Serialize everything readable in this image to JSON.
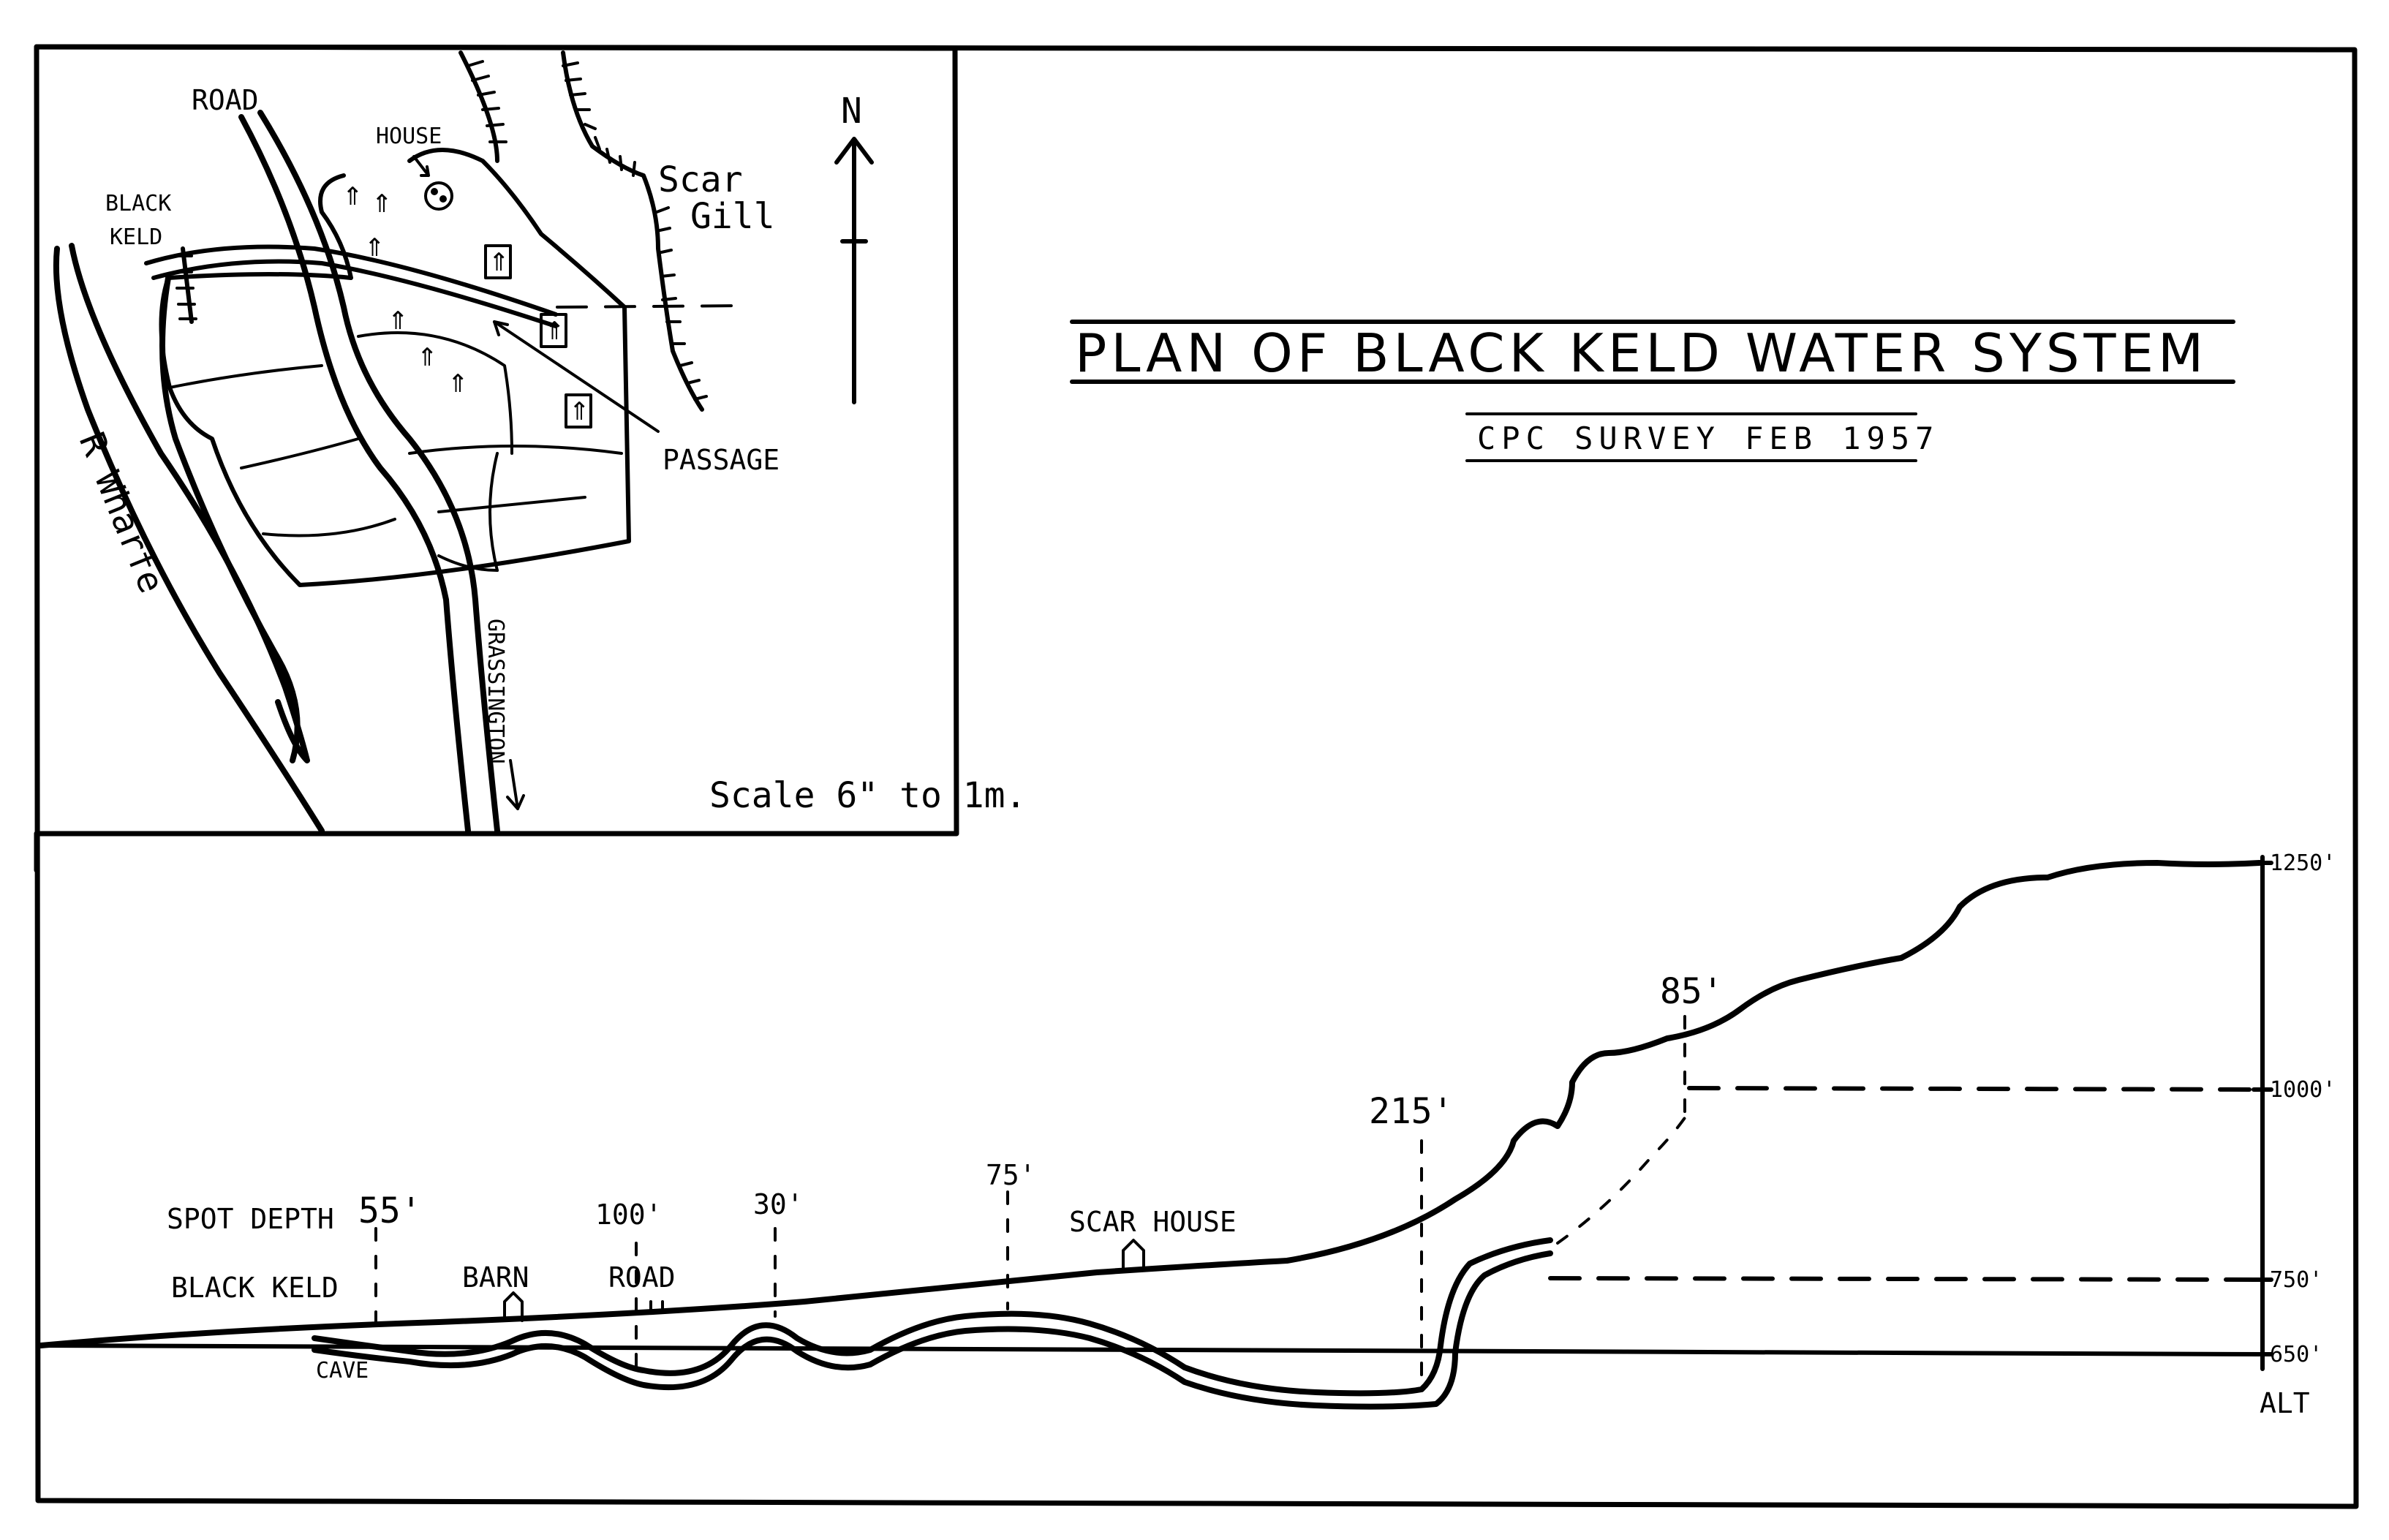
{
  "title": "PLAN OF BLACK KELD WATER SYSTEM",
  "subtitle": "CPC SURVEY FEB 1957",
  "plan": {
    "road": "ROAD",
    "house": "HOUSE",
    "black_keld_1": "BLACK",
    "black_keld_2": "KELD",
    "scar_gill_1": "Scar",
    "scar_gill_2": "Gill",
    "north": "N",
    "passage": "PASSAGE",
    "river": "R Wharfe",
    "grassington": "GRASSINGTON",
    "scale": "Scale 6\" to 1m."
  },
  "section": {
    "spot_depth": "SPOT DEPTH",
    "black_keld": "BLACK KELD",
    "cave": "CAVE",
    "barn": "BARN",
    "road": "ROAD",
    "scar_house": "SCAR HOUSE",
    "depths": [
      "55'",
      "100'",
      "30'",
      "75'",
      "215'",
      "85'"
    ],
    "altitudes": [
      "1250'",
      "1000'",
      "750'",
      "650'"
    ],
    "alt_label": "ALT"
  }
}
